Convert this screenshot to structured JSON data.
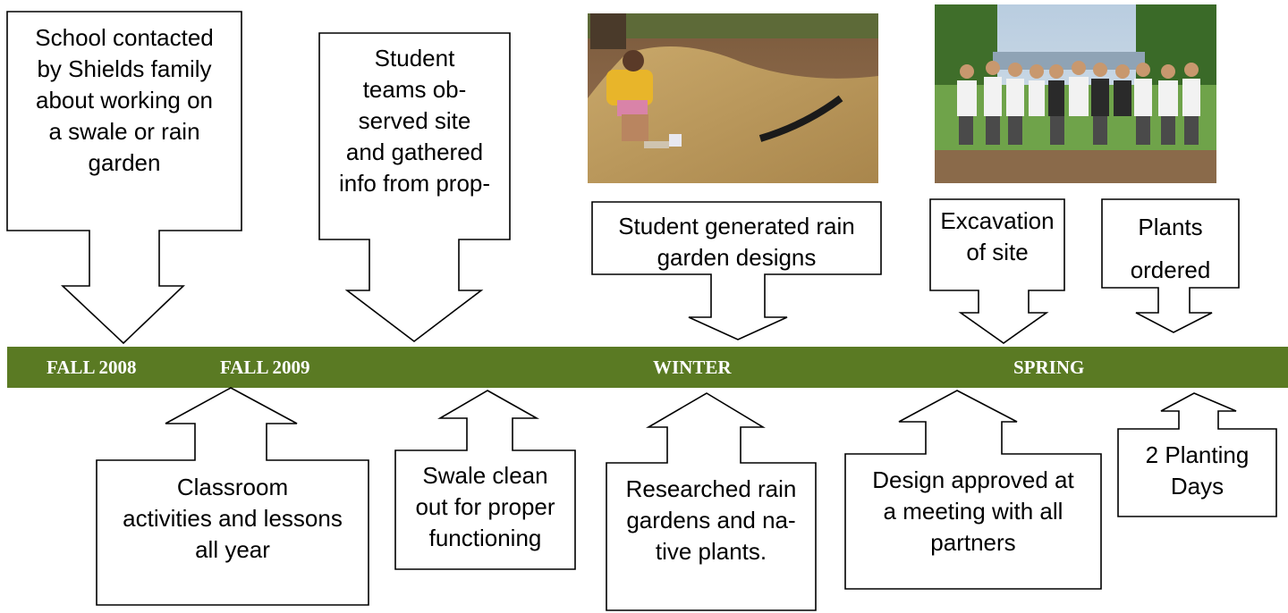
{
  "colors": {
    "timeline": "#5a7a23",
    "season_text": "#ffffff"
  },
  "seasons": [
    "FALL 2008",
    "FALL 2009",
    "WINTER",
    "SPRING"
  ],
  "events": [
    {
      "id": "school-contacted",
      "lines": [
        "School contacted",
        "by Shields family",
        "about working on",
        "a swale or rain",
        "garden"
      ]
    },
    {
      "id": "classroom-activities",
      "lines": [
        "Classroom",
        "activities and lessons",
        "all year"
      ]
    },
    {
      "id": "student-teams",
      "lines": [
        "Student",
        "teams ob-",
        "served site",
        "and gathered",
        "info from prop-"
      ]
    },
    {
      "id": "swale-clean",
      "lines": [
        "Swale clean",
        "out for proper",
        "functioning"
      ]
    },
    {
      "id": "student-designs",
      "lines": [
        "Student generated rain",
        "garden designs"
      ]
    },
    {
      "id": "researched",
      "lines": [
        "Researched rain",
        "gardens and na-",
        "tive plants."
      ]
    },
    {
      "id": "excavation",
      "lines": [
        "Excavation",
        "of site"
      ]
    },
    {
      "id": "plants-ordered",
      "lines": [
        "Plants",
        "ordered"
      ]
    },
    {
      "id": "design-approved",
      "lines": [
        "Design approved at",
        "a meeting with all",
        "partners"
      ]
    },
    {
      "id": "planting-days",
      "lines": [
        "2 Planting",
        "Days"
      ]
    }
  ],
  "photos": [
    {
      "id": "student-mulching-photo",
      "description_icon": "student-spreading-straw-image"
    },
    {
      "id": "group-photo",
      "description_icon": "student-group-at-site-image"
    }
  ]
}
